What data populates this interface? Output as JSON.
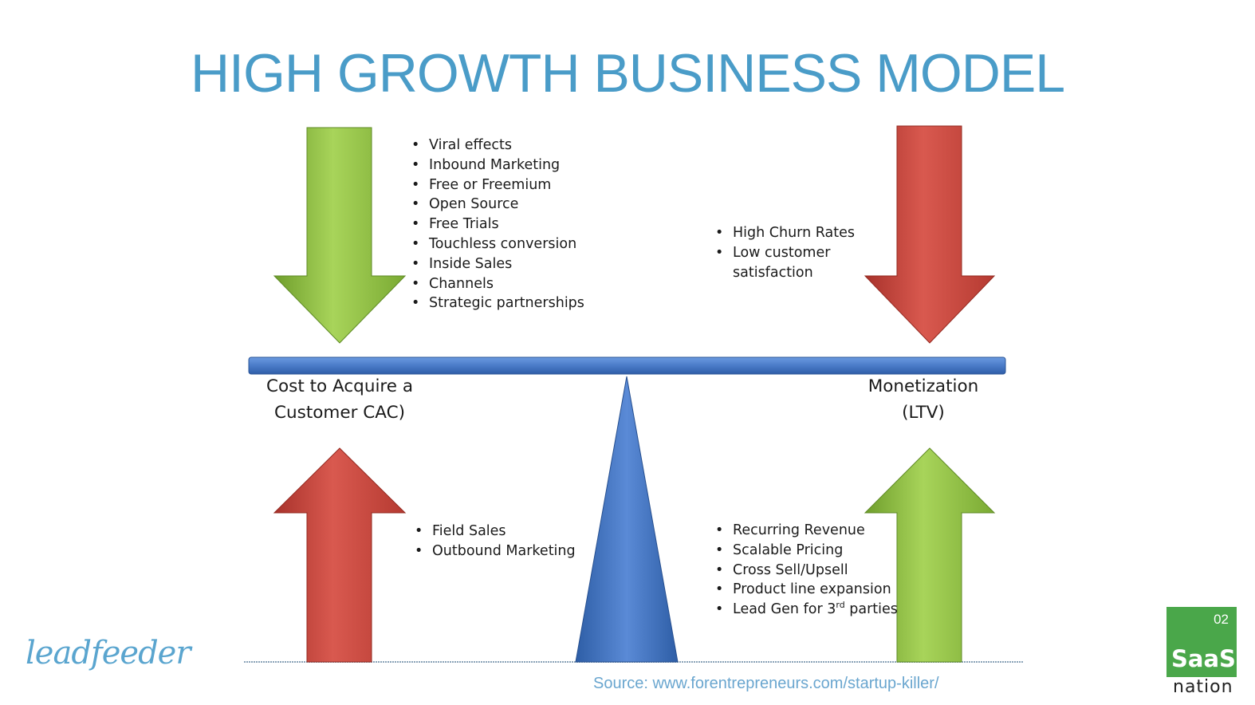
{
  "title": "HIGH GROWTH BUSINESS MODEL",
  "cac_down": {
    "bullets": [
      "Viral effects",
      "Inbound Marketing",
      "Free or Freemium",
      "Open Source",
      "Free Trials",
      "Touchless conversion",
      "Inside Sales",
      "Channels",
      "Strategic partnerships"
    ]
  },
  "ltv_down": {
    "bullets": [
      {
        "line1": "High Churn Rates",
        "line2": ""
      },
      {
        "line1": "Low customer",
        "line2": "satisfaction"
      }
    ]
  },
  "cac_up": {
    "bullets": [
      "Field Sales",
      "Outbound Marketing"
    ]
  },
  "ltv_up": {
    "bullets": [
      "Recurring Revenue",
      "Scalable Pricing",
      "Cross Sell/Upsell",
      "Product line expansion"
    ],
    "last_bullet": {
      "before": "Lead Gen for 3",
      "sup": "rd",
      "after": " parties"
    }
  },
  "labels": {
    "cac_line1": "Cost to Acquire a",
    "cac_line2": "Customer CAC)",
    "ltv_line1": "Monetization",
    "ltv_line2": "(LTV)"
  },
  "source": "Source: www.forentrepreneurs.com/startup-killer/",
  "branding": {
    "leadfeeder": "leadfeeder",
    "page_number": "02",
    "saas": "SaaS",
    "nation": "nation"
  },
  "colors": {
    "title": "#4a9cc8",
    "green_arrow": "#8dc63f",
    "red_arrow": "#c8433a",
    "beam": "#4a7bc8",
    "fulcrum": "#3a6cb8",
    "source": "#6aa6cf",
    "saas_box": "#4aa74a"
  }
}
